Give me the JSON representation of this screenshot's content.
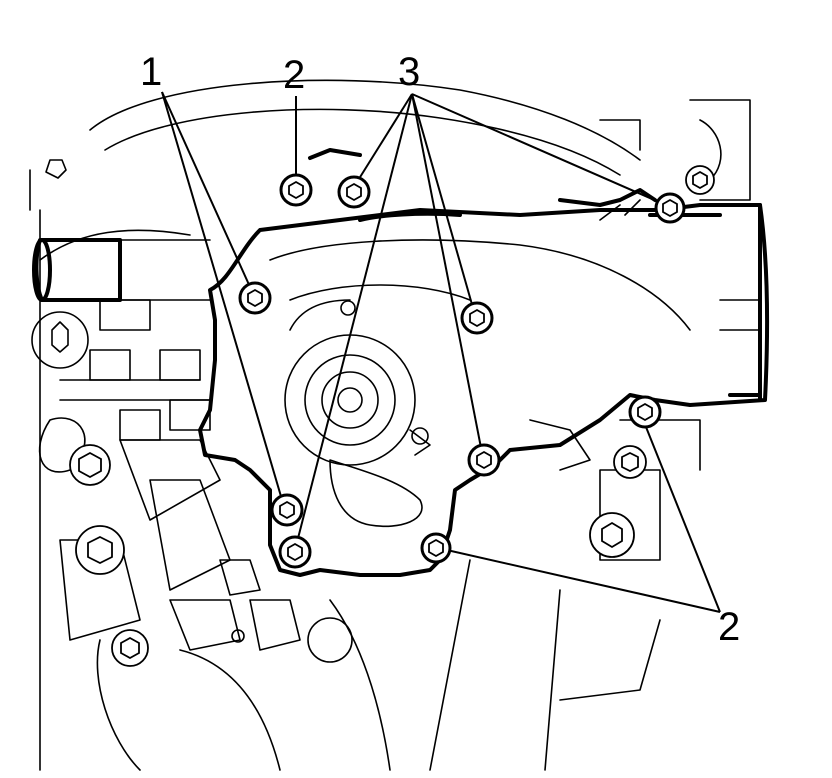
{
  "callouts": {
    "label_1": "1",
    "label_2_top": "2",
    "label_3": "3",
    "label_2_bottom": "2"
  }
}
